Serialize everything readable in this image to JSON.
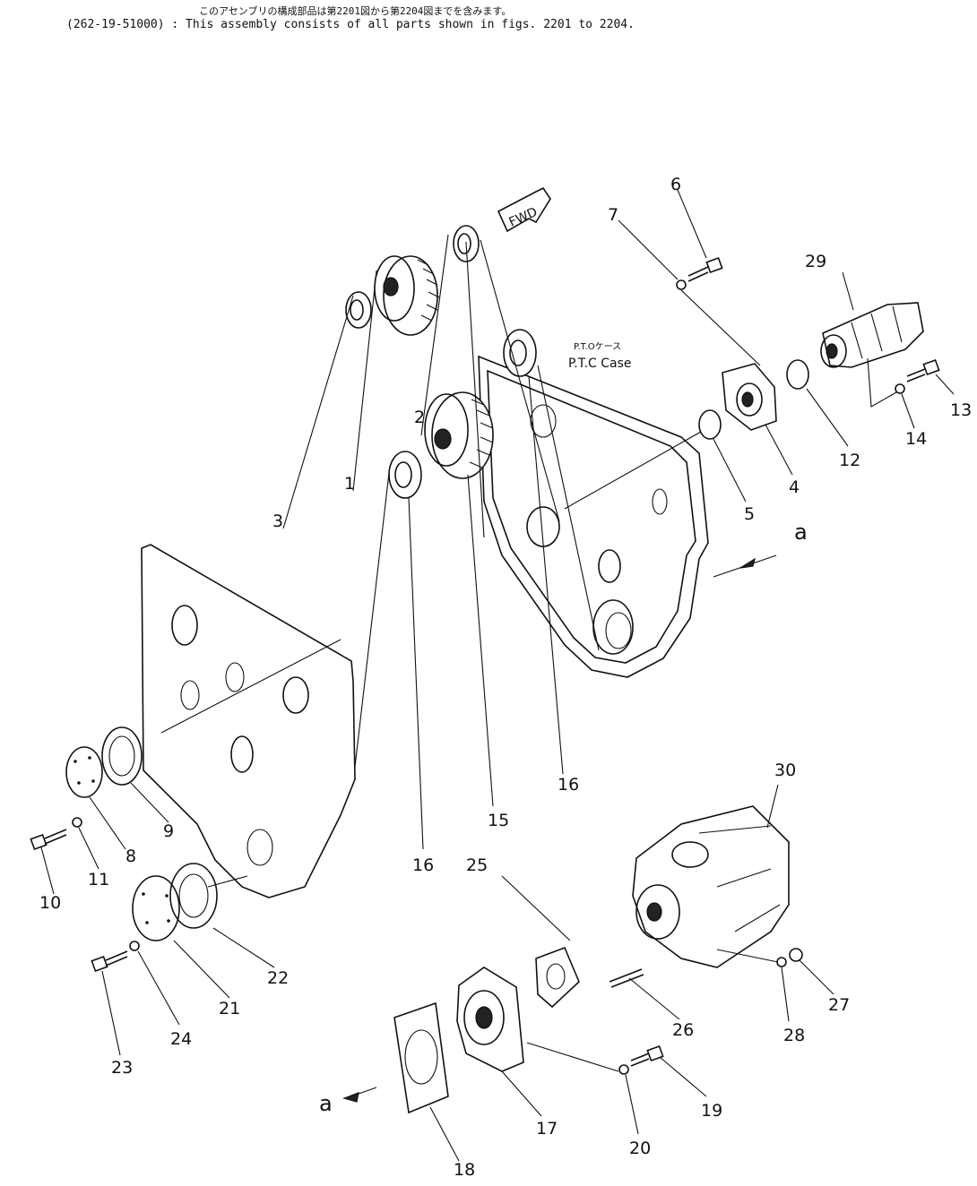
{
  "header": {
    "japanese_note": "このアセンブリの構成部品は第2201図から第2204図までを含みます。",
    "english_note": "(262-19-51000) : This assembly consists of all parts shown in figs. 2201 to 2204."
  },
  "labels": {
    "fwd": "FWD",
    "case_jp": "P.T.Oケース",
    "case_en": "P.T.C  Case",
    "view_a": "a"
  },
  "parts": {
    "p1": "1",
    "p2": "2",
    "p3": "3",
    "p4": "4",
    "p5": "5",
    "p6": "6",
    "p7": "7",
    "p8": "8",
    "p9": "9",
    "p10": "10",
    "p11": "11",
    "p12": "12",
    "p13": "13",
    "p14": "14",
    "p15": "15",
    "p16a": "16",
    "p16b": "16",
    "p17": "17",
    "p18": "18",
    "p19": "19",
    "p20": "20",
    "p21": "21",
    "p22": "22",
    "p23": "23",
    "p24": "24",
    "p25": "25",
    "p26": "26",
    "p27": "27",
    "p28": "28",
    "p29": "29",
    "p30": "30"
  }
}
